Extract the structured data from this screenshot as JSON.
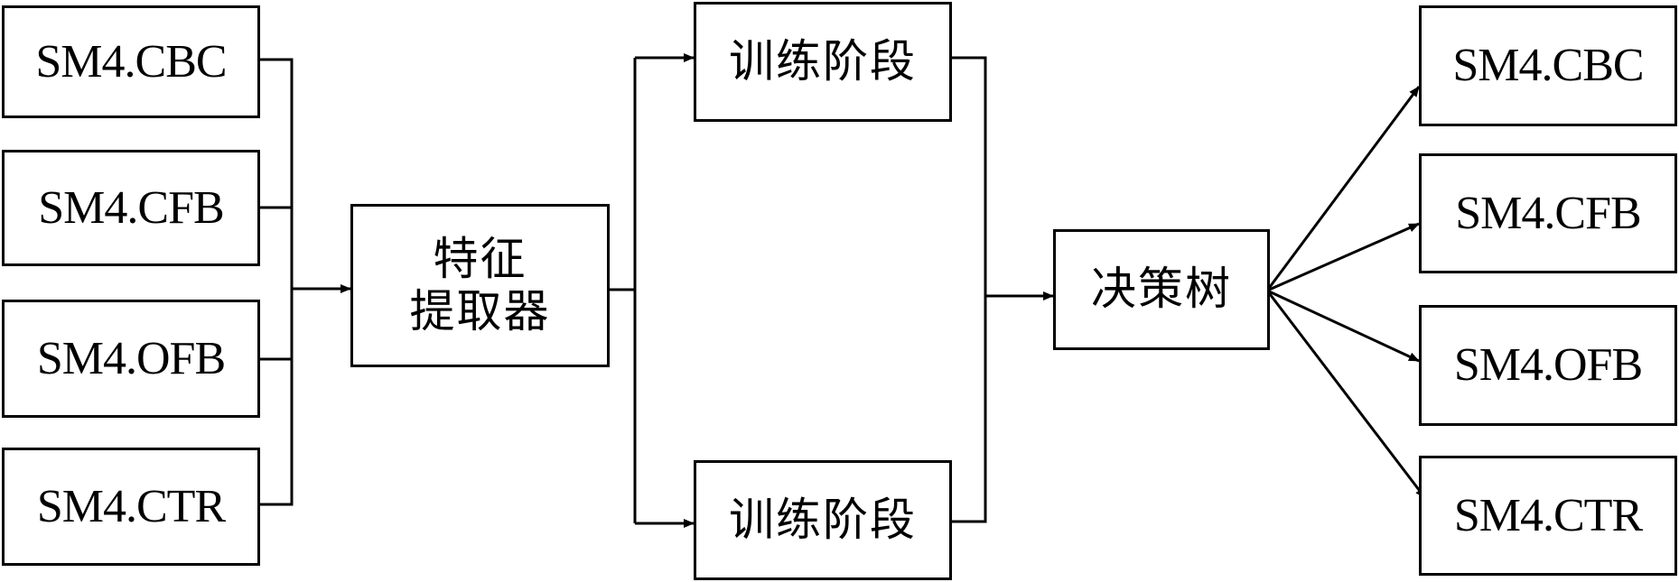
{
  "inputs": [
    {
      "label": "SM4.CBC"
    },
    {
      "label": "SM4.CFB"
    },
    {
      "label": "SM4.OFB"
    },
    {
      "label": "SM4.CTR"
    }
  ],
  "extractor": {
    "line1": "特征",
    "line2": "提取器"
  },
  "stages": [
    {
      "label": "训练阶段"
    },
    {
      "label": "训练阶段"
    }
  ],
  "classifier": {
    "label": "决策树"
  },
  "outputs": [
    {
      "label": "SM4.CBC"
    },
    {
      "label": "SM4.CFB"
    },
    {
      "label": "SM4.OFB"
    },
    {
      "label": "SM4.CTR"
    }
  ]
}
